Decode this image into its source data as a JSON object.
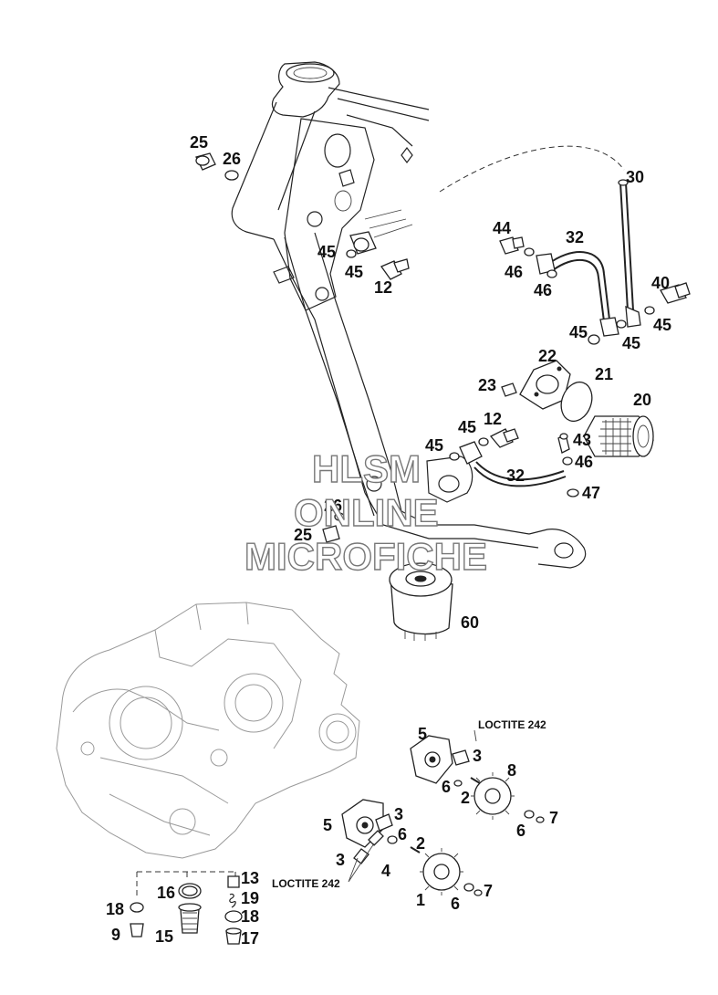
{
  "watermark": {
    "line1": "HLSM",
    "line2": "ONLINE",
    "line3": "MICROFICHE"
  },
  "notes": {
    "loctite_upper": "LOCTITE 242",
    "loctite_lower": "LOCTITE 242"
  },
  "callouts": {
    "c25a": "25",
    "c26a": "26",
    "c30": "30",
    "c44": "44",
    "c32a": "32",
    "c46a": "46",
    "c46b": "46",
    "c45a": "45",
    "c45b": "45",
    "c12a": "12",
    "c40": "40",
    "c45c": "45",
    "c45d": "45",
    "c45e": "45",
    "c22": "22",
    "c21": "21",
    "c23": "23",
    "c20": "20",
    "c12b": "12",
    "c45f": "45",
    "c45g": "45",
    "c43": "43",
    "c46c": "46",
    "c32b": "32",
    "c47": "47",
    "c26b": "26",
    "c25b": "25",
    "c60": "60",
    "c5a": "5",
    "c3a": "3",
    "c8": "8",
    "c6a": "6",
    "c2a": "2",
    "c7a": "7",
    "c6b": "6",
    "c5b": "5",
    "c3b": "3",
    "c6c": "6",
    "c2b": "2",
    "c3c": "3",
    "c4": "4",
    "c7b": "7",
    "c1": "1",
    "c6d": "6",
    "c13": "13",
    "c16": "16",
    "c19": "19",
    "c18a": "18",
    "c18b": "18",
    "c9": "9",
    "c15": "15",
    "c17": "17"
  },
  "colors": {
    "ink": "#222222",
    "watermark_outline": "#777777",
    "background": "#ffffff"
  }
}
